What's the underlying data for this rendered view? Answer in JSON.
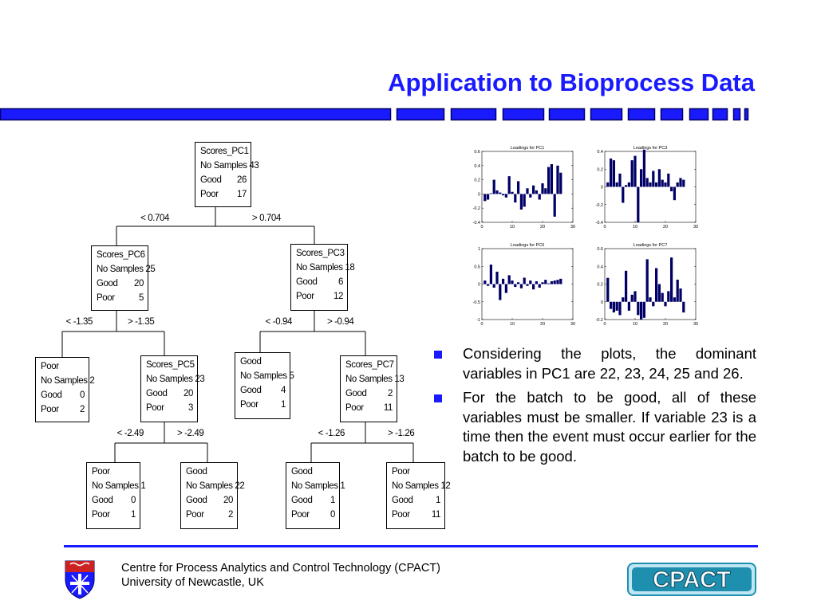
{
  "slide": {
    "title": "Application to Bioprocess Data"
  },
  "colors": {
    "accent": "#1a1aff",
    "bar_fill": "#000066",
    "logo_teal": "#1f8fb0"
  },
  "tree": {
    "nodes": [
      {
        "id": "root",
        "lines": [
          [
            "Scores_PC1",
            ""
          ],
          [
            "No Samples 43",
            ""
          ],
          [
            "Good",
            "26"
          ],
          [
            "Poor",
            "17"
          ]
        ]
      },
      {
        "id": "pc6",
        "lines": [
          [
            "Scores_PC6",
            ""
          ],
          [
            "No Samples 25",
            ""
          ],
          [
            "Good",
            "20"
          ],
          [
            "Poor",
            "5"
          ]
        ]
      },
      {
        "id": "pc3",
        "lines": [
          [
            "Scores_PC3",
            ""
          ],
          [
            "No Samples 18",
            ""
          ],
          [
            "Good",
            "6"
          ],
          [
            "Poor",
            "12"
          ]
        ]
      },
      {
        "id": "poor-leaf-a",
        "lines": [
          [
            "Poor",
            ""
          ],
          [
            "No Samples 2",
            ""
          ],
          [
            "Good",
            "0"
          ],
          [
            "Poor",
            "2"
          ]
        ]
      },
      {
        "id": "pc5",
        "lines": [
          [
            "Scores_PC5",
            ""
          ],
          [
            "No Samples 23",
            ""
          ],
          [
            "Good",
            "20"
          ],
          [
            "Poor",
            "3"
          ]
        ]
      },
      {
        "id": "good-leaf-a",
        "lines": [
          [
            "Good",
            ""
          ],
          [
            "No Samples 5",
            ""
          ],
          [
            "Good",
            "4"
          ],
          [
            "Poor",
            "1"
          ]
        ]
      },
      {
        "id": "pc7",
        "lines": [
          [
            "Scores_PC7",
            ""
          ],
          [
            "No Samples 13",
            ""
          ],
          [
            "Good",
            "2"
          ],
          [
            "Poor",
            "11"
          ]
        ]
      },
      {
        "id": "poor-leaf-b",
        "lines": [
          [
            "Poor",
            ""
          ],
          [
            "No Samples 1",
            ""
          ],
          [
            "Good",
            "0"
          ],
          [
            "Poor",
            "1"
          ]
        ]
      },
      {
        "id": "good-leaf-b",
        "lines": [
          [
            "Good",
            ""
          ],
          [
            "No Samples 22",
            ""
          ],
          [
            "Good",
            "20"
          ],
          [
            "Poor",
            "2"
          ]
        ]
      },
      {
        "id": "good-leaf-c",
        "lines": [
          [
            "Good",
            ""
          ],
          [
            "No Samples 1",
            ""
          ],
          [
            "Good",
            "1"
          ],
          [
            "Poor",
            "0"
          ]
        ]
      },
      {
        "id": "poor-leaf-c",
        "lines": [
          [
            "Poor",
            ""
          ],
          [
            "No Samples 12",
            ""
          ],
          [
            "Good",
            "1"
          ],
          [
            "Poor",
            "11"
          ]
        ]
      }
    ],
    "conditions": {
      "root_left": "< 0.704",
      "root_right": "> 0.704",
      "pc6_left": "< -1.35",
      "pc6_right": "> -1.35",
      "pc3_left": "< -0.94",
      "pc3_right": "> -0.94",
      "pc5_left": "< -2.49",
      "pc5_right": "> -2.49",
      "pc7_left": "< -1.26",
      "pc7_right": "> -1.26"
    }
  },
  "chart_data": [
    {
      "type": "bar",
      "title": "Loadings for PC1",
      "xlim": [
        0,
        30
      ],
      "ylim": [
        -0.4,
        0.6
      ],
      "xticks": [
        "0",
        "10",
        "20",
        "30"
      ],
      "yticks": [
        "-0.4",
        "-0.2",
        "0",
        "0.2",
        "0.4",
        "0.6"
      ],
      "x": [
        1,
        2,
        3,
        4,
        5,
        6,
        7,
        8,
        9,
        10,
        11,
        12,
        13,
        14,
        15,
        16,
        17,
        18,
        19,
        20,
        21,
        22,
        23,
        24,
        25,
        26
      ],
      "values": [
        -0.1,
        -0.08,
        0.01,
        0.2,
        0.05,
        0.02,
        -0.02,
        -0.05,
        0.25,
        0.03,
        -0.12,
        0.18,
        -0.22,
        -0.18,
        0.08,
        -0.05,
        0.12,
        0.05,
        -0.08,
        0.15,
        0.08,
        0.38,
        0.42,
        -0.32,
        0.4,
        0.3
      ]
    },
    {
      "type": "bar",
      "title": "Loadings for PC3",
      "xlim": [
        0,
        30
      ],
      "ylim": [
        -0.4,
        0.4
      ],
      "xticks": [
        "0",
        "10",
        "20",
        "30"
      ],
      "yticks": [
        "-0.4",
        "-0.2",
        "0",
        "0.2",
        "0.4"
      ],
      "x": [
        1,
        2,
        3,
        4,
        5,
        6,
        7,
        8,
        9,
        10,
        11,
        12,
        13,
        14,
        15,
        16,
        17,
        18,
        19,
        20,
        21,
        22,
        23,
        24,
        25,
        26
      ],
      "values": [
        0.05,
        0.32,
        0.3,
        0.05,
        0.15,
        -0.18,
        0.02,
        0.05,
        0.3,
        0.35,
        -0.4,
        0.2,
        0.42,
        0.1,
        0.05,
        0.18,
        0.05,
        0.2,
        0.08,
        0.05,
        0.15,
        -0.05,
        -0.15,
        0.05,
        0.1,
        0.08
      ]
    },
    {
      "type": "bar",
      "title": "Loadings for PC6",
      "xlim": [
        0,
        30
      ],
      "ylim": [
        -1,
        1
      ],
      "xticks": [
        "0",
        "10",
        "20",
        "30"
      ],
      "yticks": [
        "-1",
        "-0.5",
        "0",
        "0.5",
        "1"
      ],
      "x": [
        1,
        2,
        3,
        4,
        5,
        6,
        7,
        8,
        9,
        10,
        11,
        12,
        13,
        14,
        15,
        16,
        17,
        18,
        19,
        20,
        21,
        22,
        23,
        24,
        25,
        26
      ],
      "values": [
        0.1,
        -0.05,
        0.55,
        -0.1,
        0.35,
        -0.45,
        0.15,
        -0.25,
        0.25,
        0.1,
        -0.08,
        0.05,
        -0.12,
        0.18,
        -0.05,
        0.1,
        -0.15,
        0.08,
        -0.1,
        0.05,
        0.12,
        0.02,
        0.08,
        0.1,
        0.12,
        0.15
      ]
    },
    {
      "type": "bar",
      "title": "Loadings for PC7",
      "xlim": [
        0,
        30
      ],
      "ylim": [
        -0.2,
        0.6
      ],
      "xticks": [
        "0",
        "10",
        "20",
        "30"
      ],
      "yticks": [
        "-0.2",
        "0",
        "0.2",
        "0.4",
        "0.6"
      ],
      "x": [
        1,
        2,
        3,
        4,
        5,
        6,
        7,
        8,
        9,
        10,
        11,
        12,
        13,
        14,
        15,
        16,
        17,
        18,
        19,
        20,
        21,
        22,
        23,
        24,
        25,
        26
      ],
      "values": [
        0.27,
        -0.08,
        -0.12,
        -0.1,
        -0.15,
        0.05,
        0.35,
        -0.1,
        0.08,
        0.12,
        -0.15,
        -0.2,
        -0.18,
        0.48,
        0.05,
        -0.05,
        0.38,
        0.2,
        0.1,
        -0.05,
        0.12,
        0.5,
        0.05,
        0.25,
        0.15,
        -0.12
      ]
    }
  ],
  "bullets": [
    "Considering the plots, the dominant variables in PC1 are 22, 23, 24, 25 and 26.",
    "For the batch to be good, all of these variables must be smaller.  If variable 23 is a time then the event must occur earlier for the batch to be good."
  ],
  "footer": {
    "line1": "Centre for Process Analytics and Control Technology   (CPACT)",
    "line2": "University of Newcastle, UK",
    "logo_text": "CPACT"
  }
}
